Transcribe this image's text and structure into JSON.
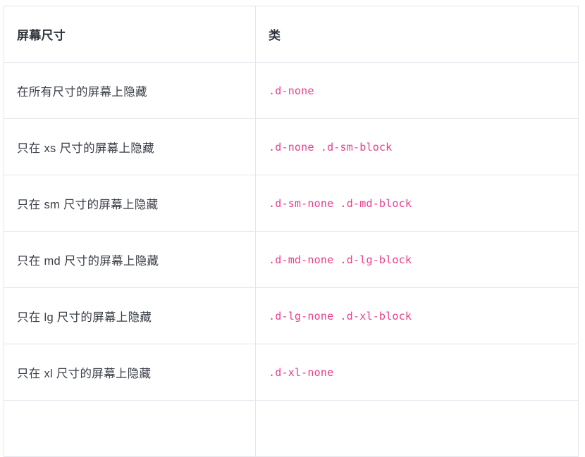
{
  "table": {
    "columns": [
      {
        "key": "screen",
        "label": "屏幕尺寸"
      },
      {
        "key": "cls",
        "label": "类"
      }
    ],
    "rows": [
      {
        "screen": "在所有尺寸的屏幕上隐藏",
        "cls": ".d-none"
      },
      {
        "screen": "只在 xs 尺寸的屏幕上隐藏",
        "cls": ".d-none .d-sm-block"
      },
      {
        "screen": "只在 sm 尺寸的屏幕上隐藏",
        "cls": ".d-sm-none .d-md-block"
      },
      {
        "screen": "只在 md 尺寸的屏幕上隐藏",
        "cls": ".d-md-none .d-lg-block"
      },
      {
        "screen": "只在 lg 尺寸的屏幕上隐藏",
        "cls": ".d-lg-none .d-xl-block"
      },
      {
        "screen": "只在 xl 尺寸的屏幕上隐藏",
        "cls": ".d-xl-none"
      },
      {
        "screen": "",
        "cls": ""
      }
    ]
  },
  "colors": {
    "border": "#e3e6ec",
    "text": "#3a3f47",
    "heading": "#2f343b",
    "code": "#e83e8c",
    "background": "#ffffff"
  }
}
